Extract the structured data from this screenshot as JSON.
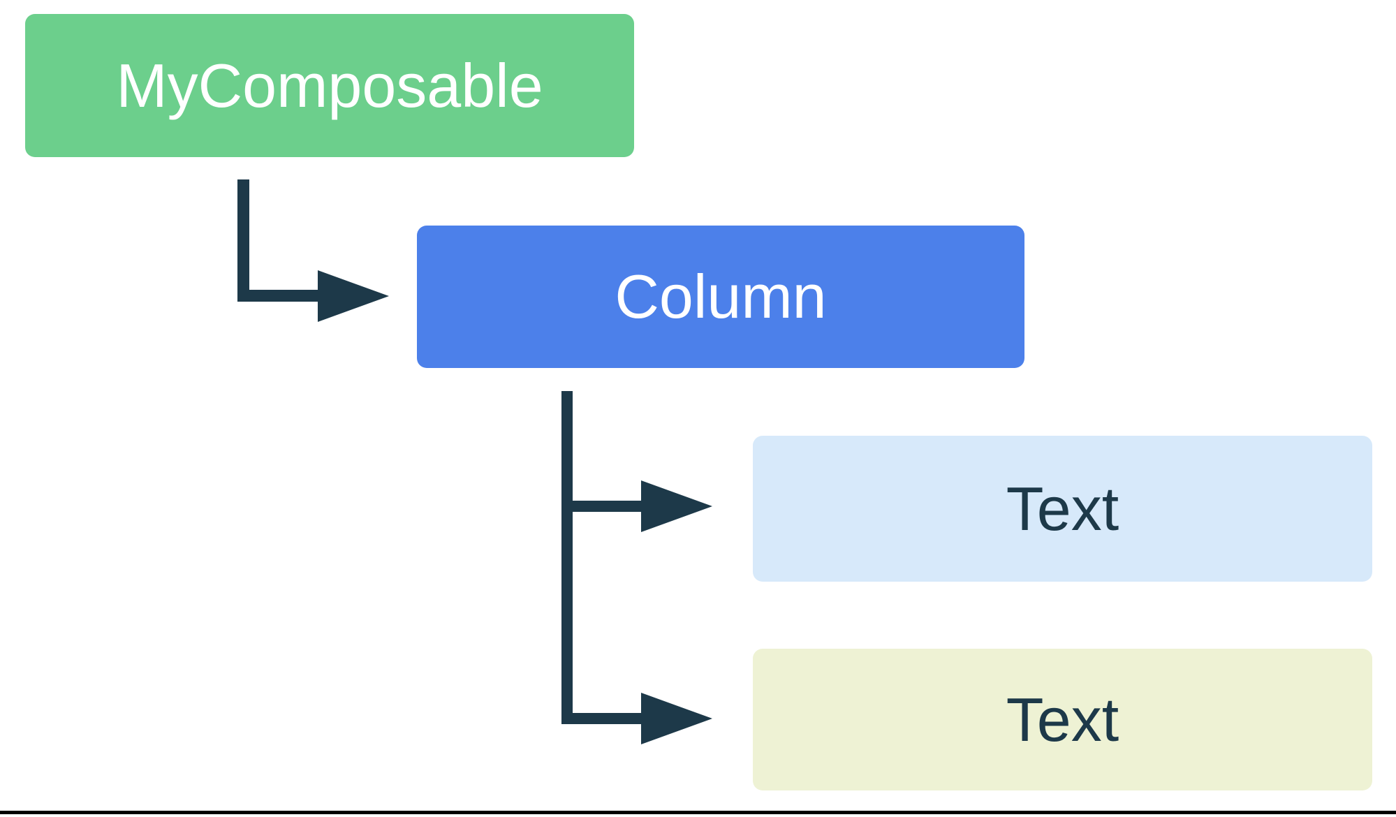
{
  "diagram": {
    "description": "UI composable hierarchy tree",
    "nodes": {
      "my_composable": {
        "label": "MyComposable",
        "fill": "#6CCF8C",
        "text_color": "#FFFFFF"
      },
      "column": {
        "label": "Column",
        "fill": "#4C80EA",
        "text_color": "#FFFFFF"
      },
      "text_first": {
        "label": "Text",
        "fill": "#D7E9FA",
        "text_color": "#1D3949"
      },
      "text_second": {
        "label": "Text",
        "fill": "#EEF2D4",
        "text_color": "#1D3949"
      }
    },
    "edges": [
      {
        "from": "my_composable",
        "to": "column"
      },
      {
        "from": "column",
        "to": "text_first"
      },
      {
        "from": "column",
        "to": "text_second"
      }
    ],
    "colors": {
      "my-composable-fill": "#6CCF8C",
      "column-fill": "#4C80EA",
      "text-first-fill": "#D7E9FA",
      "text-second-fill": "#EEF2D4",
      "node-label-light": "#FFFFFF",
      "node-label-dark": "#1D3949",
      "connector": "#1D3949",
      "frame-line": "#000000",
      "background": "#FFFFFF"
    }
  }
}
